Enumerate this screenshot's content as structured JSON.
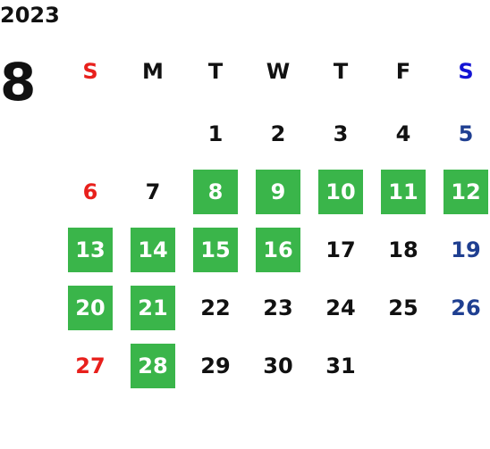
{
  "calendar": {
    "year": "2023",
    "month": "8",
    "weekdays": [
      "S",
      "M",
      "T",
      "W",
      "T",
      "F",
      "S"
    ],
    "weekday_colors": [
      "#e8201c",
      "#111111",
      "#111111",
      "#111111",
      "#111111",
      "#111111",
      "#1414d4"
    ],
    "day_colors": {
      "sunday": "#e8201c",
      "weekday": "#111111",
      "saturday": "#1f3f91",
      "highlighted_text": "#ffffff"
    },
    "highlight_color": "#3ab54a",
    "weeks": [
      [
        null,
        null,
        "1",
        "2",
        "3",
        "4",
        "5"
      ],
      [
        "6",
        "7",
        "8",
        "9",
        "10",
        "11",
        "12"
      ],
      [
        "13",
        "14",
        "15",
        "16",
        "17",
        "18",
        "19"
      ],
      [
        "20",
        "21",
        "22",
        "23",
        "24",
        "25",
        "26"
      ],
      [
        "27",
        "28",
        "29",
        "30",
        "31",
        null,
        null
      ]
    ],
    "highlighted_days": [
      "8",
      "9",
      "10",
      "11",
      "12",
      "13",
      "14",
      "15",
      "16",
      "20",
      "21",
      "28"
    ]
  }
}
